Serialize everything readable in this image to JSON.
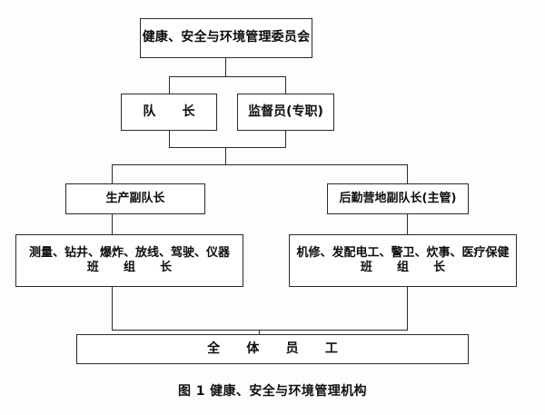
{
  "figure": {
    "caption": "图 1  健康、安全与环境管理机构",
    "caption_number": "图 1",
    "caption_title": "健康、安全与环境管理机构"
  },
  "nodes": {
    "committee": {
      "label": "健康、安全与环境管理委员会"
    },
    "captain": {
      "label": "队      长"
    },
    "supervisor": {
      "label": "监督员(专职)"
    },
    "production_deputy": {
      "label": "生产副队长"
    },
    "logistics_deputy": {
      "label": "后勤营地副队长(主管)"
    },
    "production_teams": {
      "line1": "测量、钻井、爆炸、放线、驾驶、仪器",
      "line2": "班      组      长"
    },
    "support_teams": {
      "line1": "机修、发配电工、警卫、炊事、医疗保健",
      "line2": "班      组      长"
    },
    "all_staff": {
      "label": "全      体      员      工"
    }
  },
  "style": {
    "line_color": "#2b2b2b",
    "box_fill": "#ffffff",
    "text_color": "#0d0d0d",
    "background": "#fdfdfd"
  }
}
